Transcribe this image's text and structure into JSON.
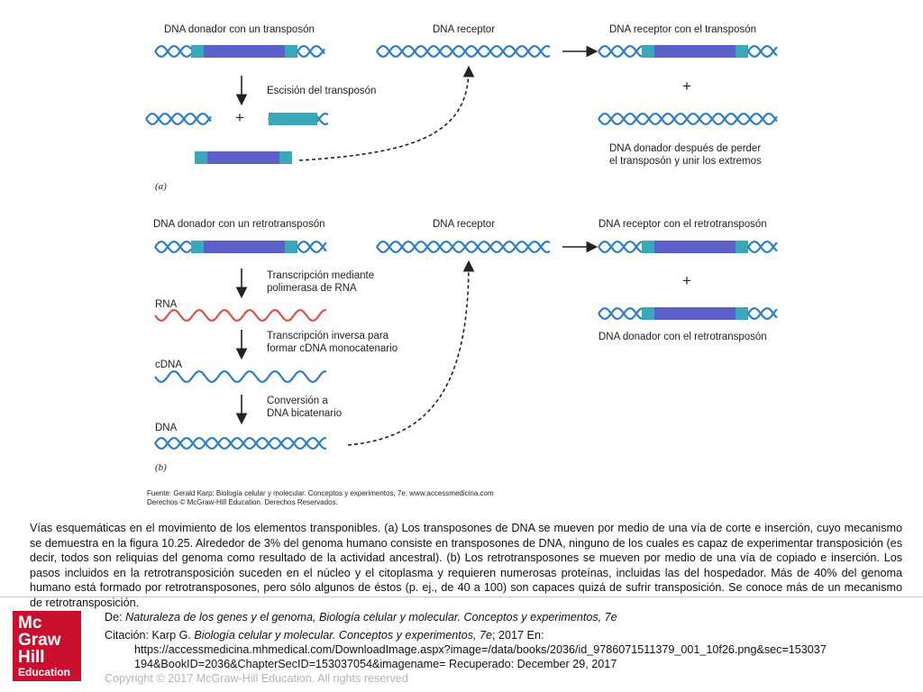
{
  "figure": {
    "panel_a": {
      "donor_label": "DNA donador con un transposón",
      "receptor_label": "DNA receptor",
      "receptor_with_label": "DNA receptor con el transposón",
      "excision_label": "Escisión del transposón",
      "plus_1": "+",
      "plus_2": "+",
      "donor_after_line1": "DNA donador después de perder",
      "donor_after_line2": "el transposón y unir los extremos",
      "panel_letter": "(a)"
    },
    "panel_b": {
      "donor_label": "DNA donador con un retrotransposón",
      "receptor_label": "DNA receptor",
      "receptor_with_label": "DNA receptor con el retrotransposón",
      "step1_line1": "Transcripción mediante",
      "step1_line2": "polimerasa de RNA",
      "rna_label": "RNA",
      "step2_line1": "Transcripción inversa para",
      "step2_line2": "formar cDNA monocatenario",
      "cdna_label": "cDNA",
      "step3_line1": "Conversión a",
      "step3_line2": "DNA bicatenario",
      "dna_label": "DNA",
      "plus": "+",
      "donor_with_label": "DNA donador con el retrotransposón",
      "panel_letter": "(b)"
    },
    "source_line1": "Fuente: Gerald Karp: Biología celular y molecular. Conceptos y experimentos, 7e: www.accessmedicina.com",
    "source_line2": "Derechos © McGraw-Hill Education. Derechos Reservados.",
    "colors": {
      "dna_helix": "#2c7fc4",
      "transposon": "#5b5fc7",
      "transposon_ends": "#3aa8b8",
      "rna": "#e0504a",
      "arrow": "#222222"
    }
  },
  "caption": " Vías esquemáticas en el movimiento de los elementos transponibles. (a) Los transposones de DNA se mueven por medio de una vía de corte e inserción, cuyo mecanismo se demuestra en la figura 10.25. Alrededor de 3% del genoma humano consiste en transposones de DNA, ninguno de los cuales es capaz de experimentar transposición (es decir, todos son reliquias del genoma como resultado de la actividad ancestral). (b) Los retrotransposones se mueven por medio de una vía de copiado e inserción. Los pasos incluidos en la retrotransposición suceden en el núcleo y el citoplasma y requieren numerosas proteínas, incluidas las del hospedador. Más de 40% del genoma humano está formado por retrotransposones, pero sólo algunos de éstos (p. ej., de 40 a 100) son capaces quizá de sufrir transposición. Se conoce más de un mecanismo de retrotransposición.",
  "logo": {
    "line1": "Mc",
    "line2": "Graw",
    "line3": "Hill",
    "line4": "Education",
    "color": "#c8102e"
  },
  "citation": {
    "from_prefix": "De: ",
    "from_title": "Naturaleza de los genes y el genoma, Biología celular y molecular. Conceptos y experimentos, 7e",
    "cite_prefix": "Citación: Karp G",
    "cite_sep": ". ",
    "cite_book": "Biología celular y molecular. Conceptos y experimentos, 7e",
    "cite_suffix": "; 2017 En:",
    "url_line1": "https://accessmedicina.mhmedical.com/DownloadImage.aspx?image=/data/books/2036/id_9786071511379_001_10f26.png&sec=153037",
    "url_line2": "194&BookID=2036&ChapterSecID=153037054&imagename= Recuperado: December 29, 2017"
  },
  "copyright": "Copyright © 2017 McGraw-Hill Education. All rights reserved"
}
